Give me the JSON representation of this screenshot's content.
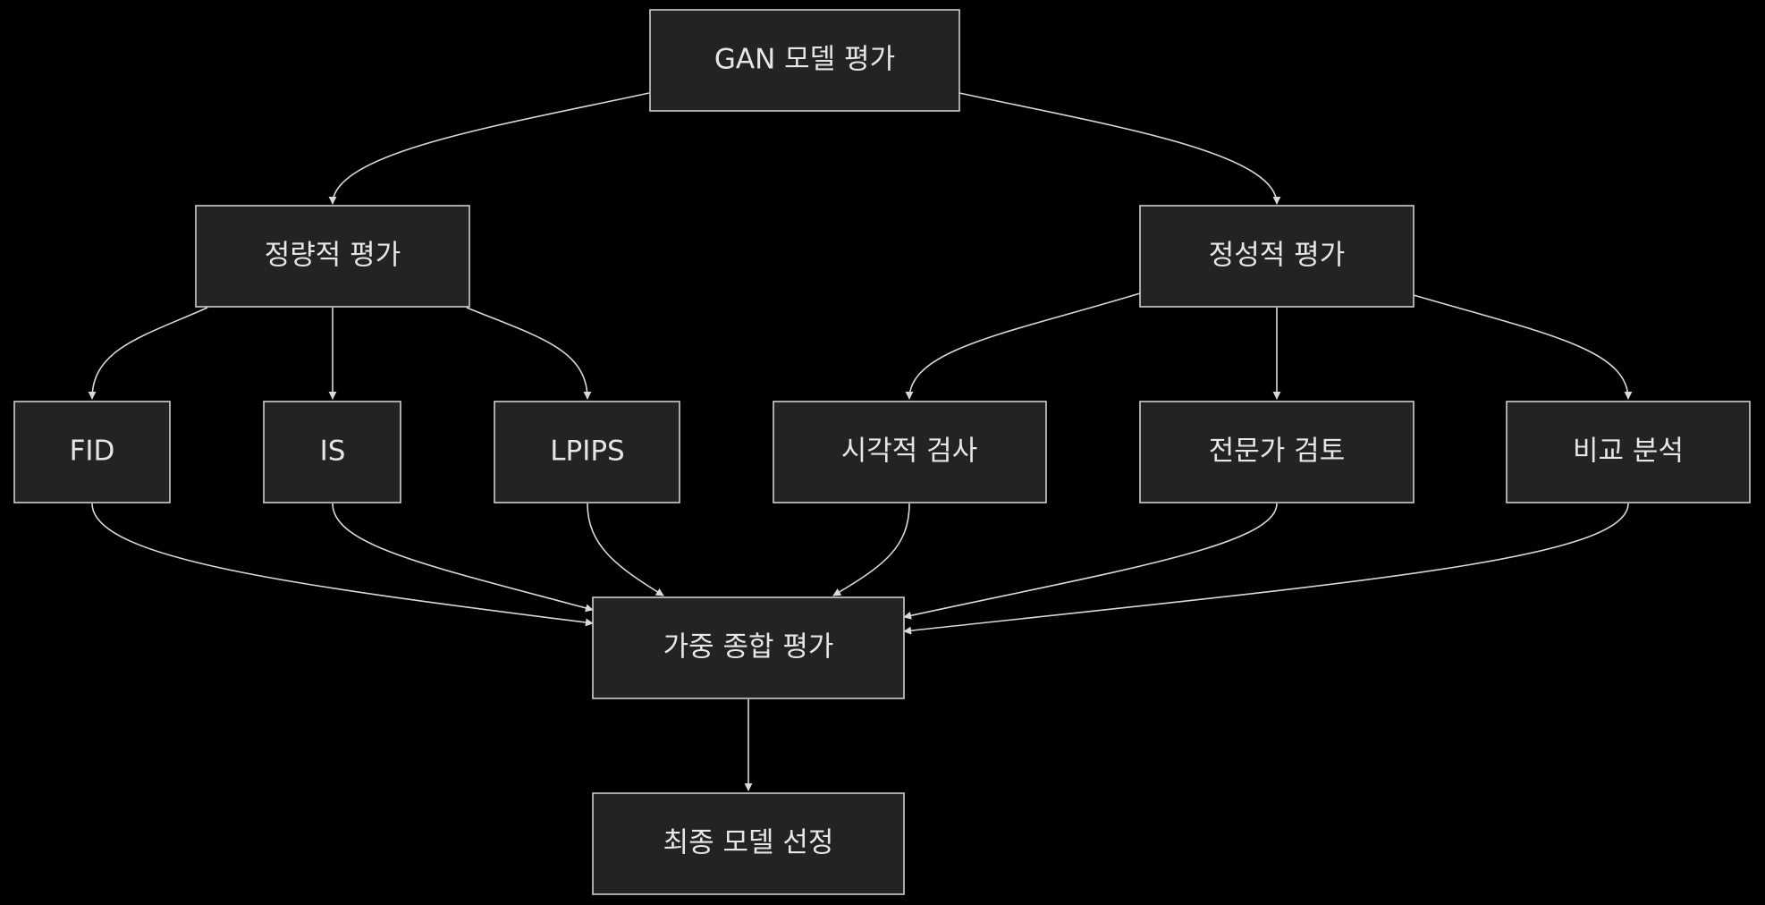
{
  "colors": {
    "background": "#000000",
    "node_fill": "#222424",
    "node_stroke": "#cfcfcf",
    "edge": "#d9d9d9",
    "text": "#e6e6e6"
  },
  "nodes": {
    "root": "GAN 모델 평가",
    "quant": "정량적 평가",
    "qual": "정성적 평가",
    "fid": "FID",
    "is": "IS",
    "lpips": "LPIPS",
    "visual": "시각적 검사",
    "expert": "전문가 검토",
    "compare": "비교 분석",
    "weighted": "가중 종합 평가",
    "final": "최종 모델 선정"
  },
  "edges": [
    {
      "from": "root",
      "to": "quant"
    },
    {
      "from": "root",
      "to": "qual"
    },
    {
      "from": "quant",
      "to": "fid"
    },
    {
      "from": "quant",
      "to": "is"
    },
    {
      "from": "quant",
      "to": "lpips"
    },
    {
      "from": "qual",
      "to": "visual"
    },
    {
      "from": "qual",
      "to": "expert"
    },
    {
      "from": "qual",
      "to": "compare"
    },
    {
      "from": "fid",
      "to": "weighted"
    },
    {
      "from": "is",
      "to": "weighted"
    },
    {
      "from": "lpips",
      "to": "weighted"
    },
    {
      "from": "visual",
      "to": "weighted"
    },
    {
      "from": "expert",
      "to": "weighted"
    },
    {
      "from": "compare",
      "to": "weighted"
    },
    {
      "from": "weighted",
      "to": "final"
    }
  ]
}
